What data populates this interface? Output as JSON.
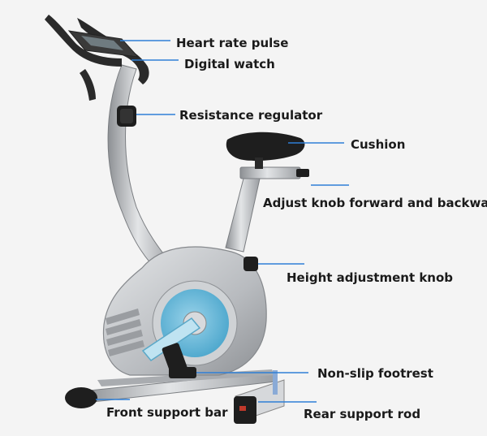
{
  "labels": {
    "heart_rate_pulse": "Heart rate pulse",
    "digital_watch": "Digital watch",
    "resistance_regulator": "Resistance regulator",
    "cushion": "Cushion",
    "adjust_knob": "Adjust knob forward and backward",
    "height_adjustment_knob": "Height adjustment knob",
    "non_slip_footrest": "Non-slip footrest",
    "front_support_bar": "Front support bar",
    "rear_support_rod": "Rear support rod"
  },
  "colors": {
    "leader_line": "#2e7fd6",
    "frame_silver": "#b9bcc0",
    "accent_blue": "#5fb6d8",
    "rubber_black": "#1e1e1e"
  }
}
